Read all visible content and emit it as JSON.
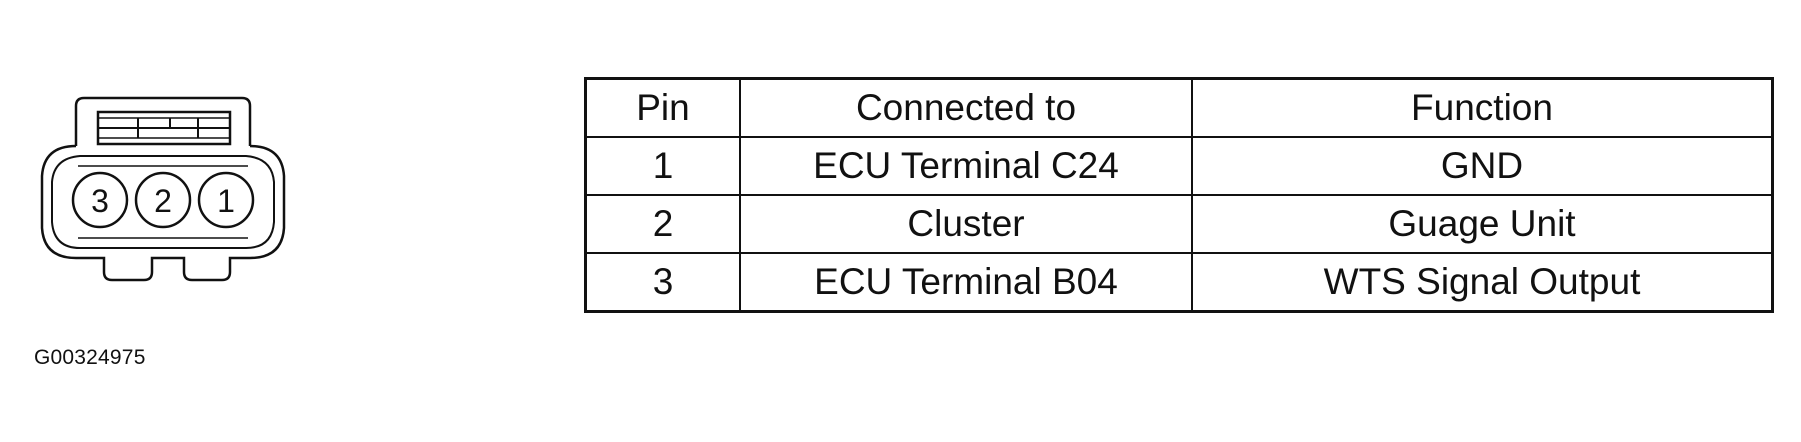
{
  "connector": {
    "pins": [
      "3",
      "2",
      "1"
    ]
  },
  "table": {
    "headers": [
      "Pin",
      "Connected to",
      "Function"
    ],
    "rows": [
      {
        "pin": "1",
        "connected_to": "ECU Terminal C24",
        "function": "GND"
      },
      {
        "pin": "2",
        "connected_to": "Cluster",
        "function": "Guage Unit"
      },
      {
        "pin": "3",
        "connected_to": "ECU Terminal B04",
        "function": "WTS Signal Output"
      }
    ]
  },
  "figure_id": "G00324975"
}
